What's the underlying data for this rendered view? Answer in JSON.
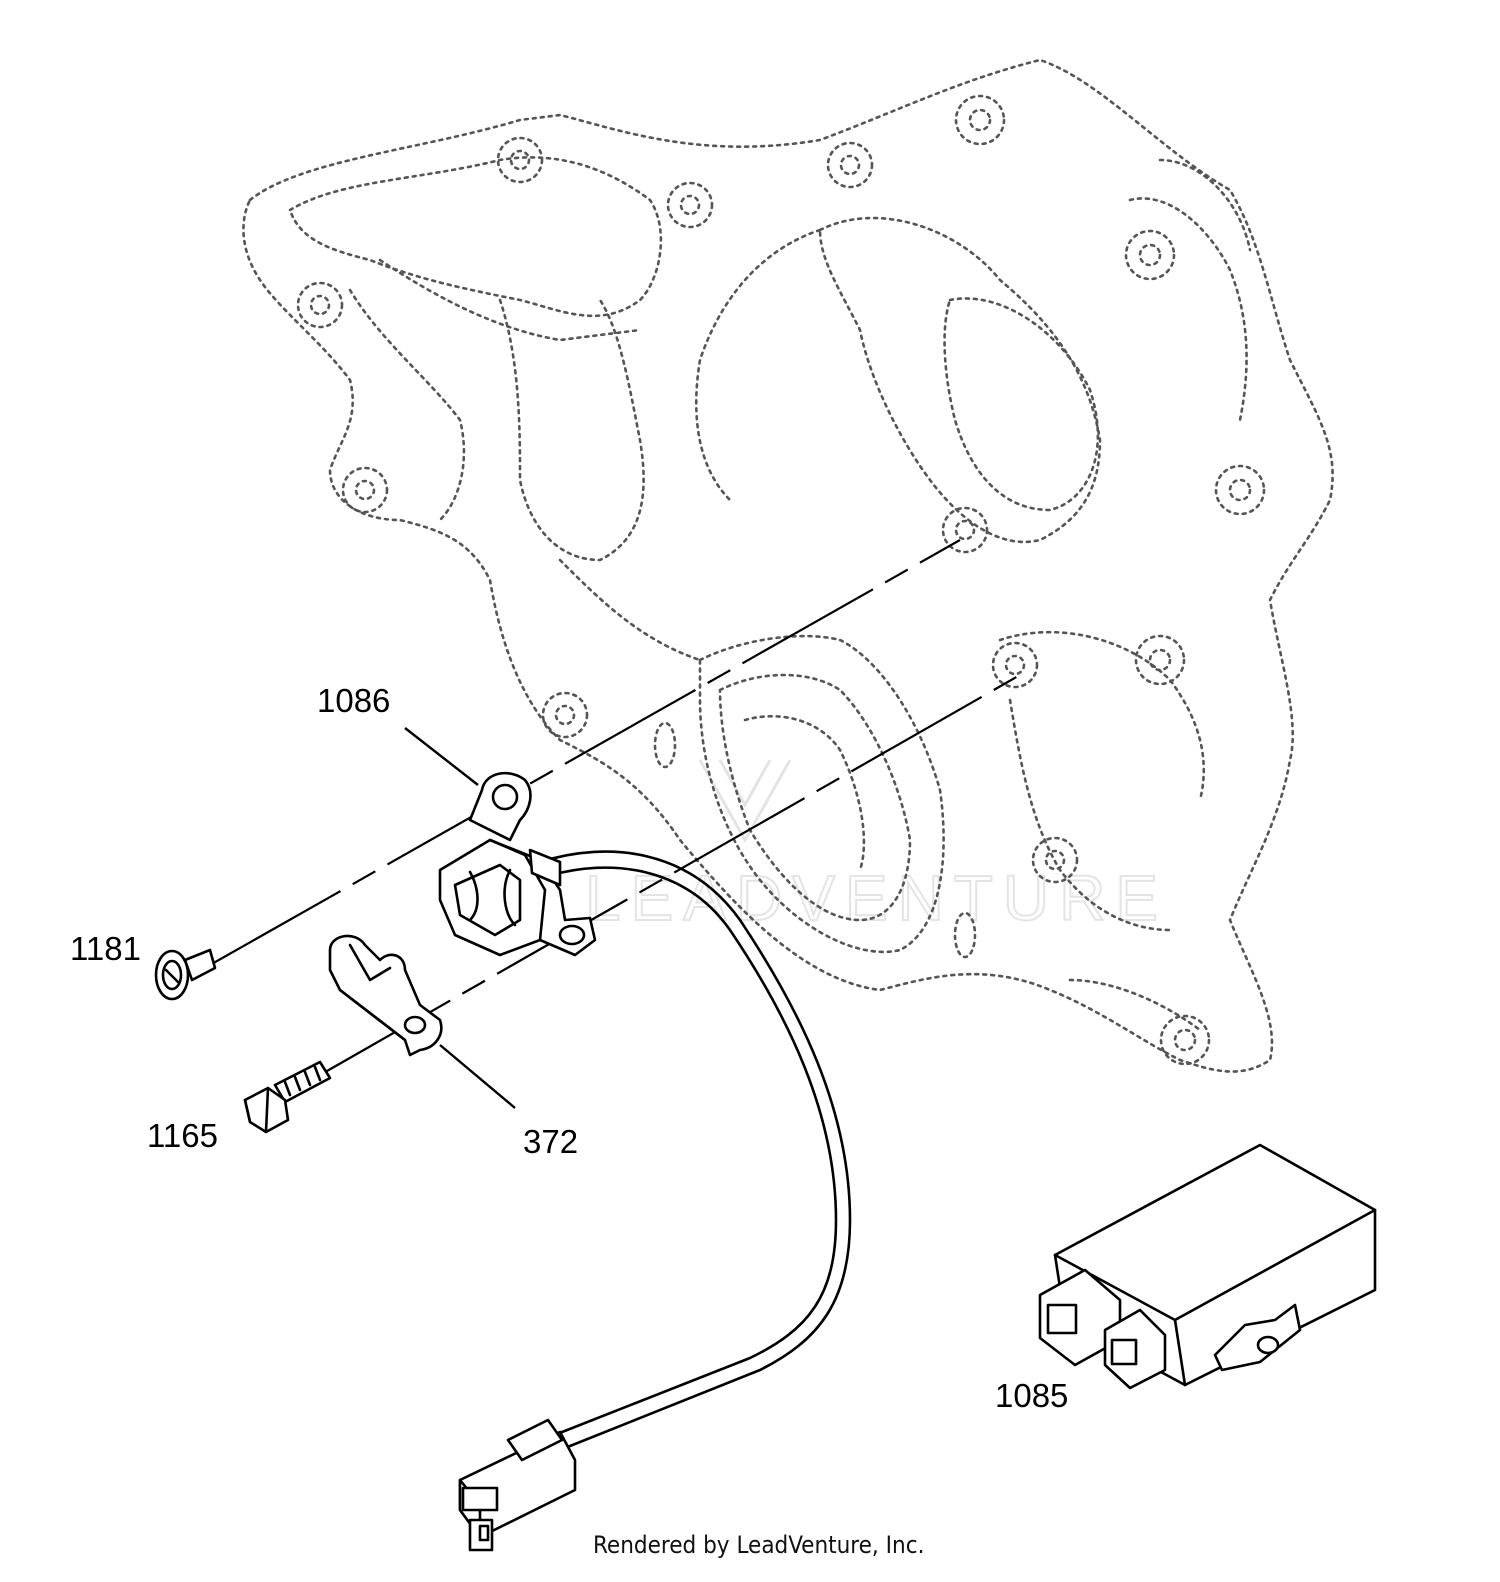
{
  "parts": {
    "coil_1086": {
      "number": "1086",
      "name": "ignition-coil"
    },
    "screw_1181": {
      "number": "1181",
      "name": "screw"
    },
    "bolt_1165": {
      "number": "1165",
      "name": "bolt"
    },
    "bracket_372": {
      "number": "372",
      "name": "bracket"
    },
    "module_1085": {
      "number": "1085",
      "name": "ignition-module"
    }
  },
  "watermark": "LEADVENTURE",
  "credit": "Rendered by LeadVenture, Inc."
}
